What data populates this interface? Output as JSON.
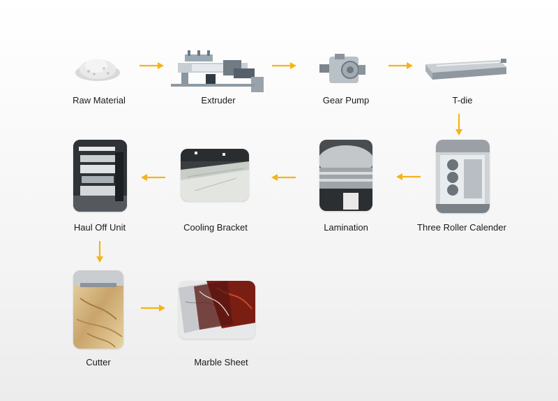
{
  "colors": {
    "arrow": "#f5b417",
    "label": "#1a1a1a"
  },
  "steps": [
    {
      "label": "Raw Material"
    },
    {
      "label": "Extruder"
    },
    {
      "label": "Gear Pump"
    },
    {
      "label": "T-die"
    },
    {
      "label": "Three Roller Calender"
    },
    {
      "label": "Lamination"
    },
    {
      "label": "Cooling Bracket"
    },
    {
      "label": "Haul Off Unit"
    },
    {
      "label": "Cutter"
    },
    {
      "label": "Marble Sheet"
    }
  ]
}
